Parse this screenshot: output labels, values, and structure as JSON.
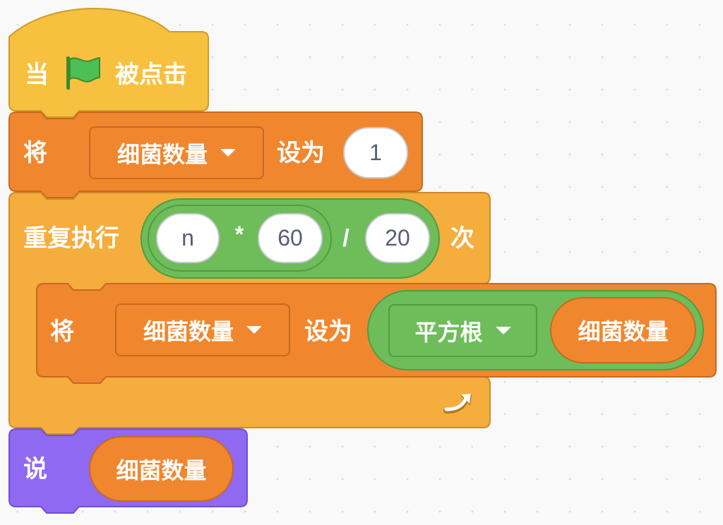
{
  "script": {
    "hat": {
      "prefix": "当",
      "flag_icon": "green-flag-icon",
      "suffix": "被点击"
    },
    "set_var_1": {
      "keyword": "将",
      "variable": "细菌数量",
      "to_label": "设为",
      "value": "1"
    },
    "repeat": {
      "label": "重复执行",
      "operand_1": "n",
      "operator_1": "*",
      "operand_2": "60",
      "operator_2": "/",
      "operand_3": "20",
      "suffix": "次",
      "loop_icon": "loop-arrow-icon"
    },
    "set_var_2": {
      "keyword": "将",
      "variable": "细菌数量",
      "to_label": "设为",
      "function": "平方根",
      "argument": "细菌数量"
    },
    "say": {
      "keyword": "说",
      "argument": "细菌数量"
    }
  },
  "colors": {
    "events": "#ffbf00",
    "variables": "#ff8c1a",
    "control": "#ffab19",
    "operators": "#59c059",
    "looks": "#9966ff",
    "canvas_background": "#f9f9f9"
  }
}
